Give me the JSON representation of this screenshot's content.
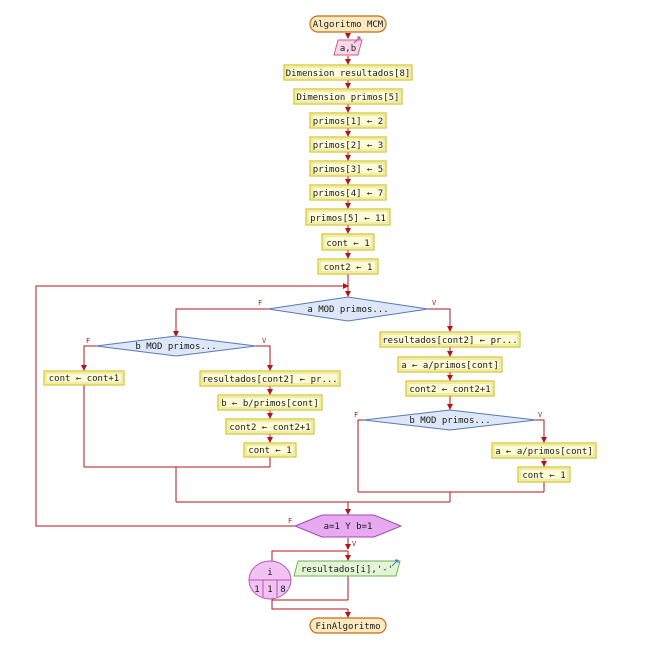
{
  "title": "Algoritmo MCM",
  "end_label": "FinAlgoritmo",
  "read_vars": "a,b",
  "steps": {
    "dim_resultados": "Dimension resultados[8]",
    "dim_primos": "Dimension primos[5]",
    "p1": "primos[1] ← 2",
    "p2": "primos[2] ← 3",
    "p3": "primos[3] ← 5",
    "p4": "primos[4] ← 7",
    "p5": "primos[5] ← 11",
    "cont_init": "cont ← 1",
    "cont2_init": "cont2 ← 1"
  },
  "cond_a": "a MOD primos...",
  "cond_b_left": "b MOD primos...",
  "cond_b_right": "b MOD primos...",
  "left": {
    "cont_inc": "cont ← cont+1",
    "res": "resultados[cont2] ← pr...",
    "b_div": "b ← b/primos[cont]",
    "cont2_inc": "cont2 ← cont2+1",
    "cont_reset": "cont ← 1"
  },
  "right": {
    "res": "resultados[cont2] ← pr...",
    "a_div": "a ← a/primos[cont]",
    "cont2_inc": "cont2 ← cont2+1",
    "a_div2": "a ← a/primos[cont]",
    "cont_reset": "cont ← 1"
  },
  "loop_cond": "a=1 Y b=1",
  "for_loop": {
    "var": "i",
    "start": "1",
    "step": "1",
    "end": "8"
  },
  "output_text": "resultados[i],'-'",
  "branch_labels": {
    "false": "F",
    "true": "V"
  },
  "colors": {
    "flow": "#b3151a",
    "process_fill": "#fdfbd8",
    "process_border": "#c9b400",
    "decision_fill": "#dde7f8",
    "loop_decision_fill": "#e7a9f0",
    "terminal_fill": "#fbe9c0",
    "io_fill": "#fbd6e6",
    "output_fill": "#e2f5d6"
  }
}
